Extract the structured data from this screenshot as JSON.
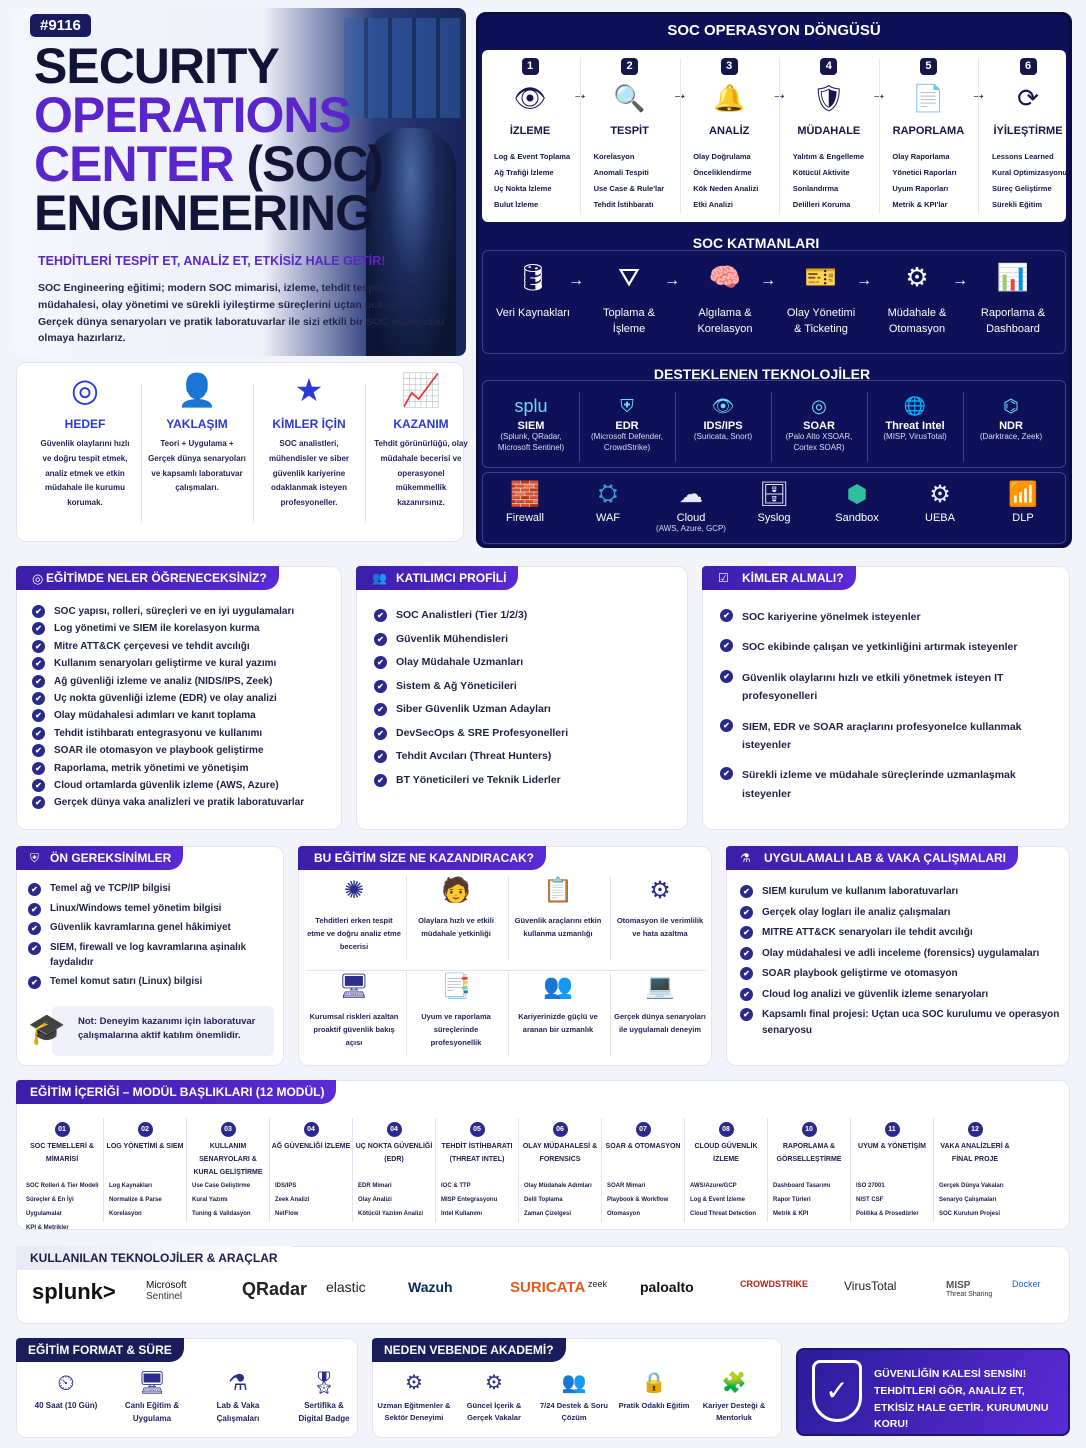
{
  "hero": {
    "badge": "#9116",
    "title_line1": "SECURITY",
    "title_line2": "OPERATIONS",
    "title_line3": "CENTER",
    "title_line3b": "(SOC)",
    "title_line4": "ENGINEERING",
    "tagline": "TEHDİTLERİ TESPİT ET, ANALİZ ET, ETKİSİZ HALE GETİR!",
    "description": "SOC Engineering eğitimi; modern SOC mimarisi, izleme, tehdit tespiti, olay müdahalesi, olay yönetimi ve sürekli iyileştirme süreçlerini uçtan uca öğretir. Gerçek dünya senaryoları ve pratik laboratuvarlar ile sizi etkili bir SOC mühendisi olmaya hazırlarız."
  },
  "pillars": [
    {
      "icon": "target-icon",
      "title": "HEDEF",
      "text": "Güvenlik olaylarını hızlı ve doğru tespit etmek, analiz etmek ve etkin müdahale ile kurumu korumak."
    },
    {
      "icon": "user-icon",
      "title": "YAKLAŞIM",
      "text": "Teori + Uygulama + Gerçek dünya senaryoları ve kapsamlı laboratuvar çalışmaları."
    },
    {
      "icon": "star-icon",
      "title": "KİMLER İÇİN",
      "text": "SOC analistleri, mühendisler ve siber güvenlik kariyerine odaklanmak isteyen profesyoneller."
    },
    {
      "icon": "chart-up-icon",
      "title": "KAZANIM",
      "text": "Tehdit görünürlüğü, olay müdahale becerisi ve operasyonel mükemmellik kazanırsınız."
    }
  ],
  "cycle": {
    "title": "SOC OPERASYON DÖNGÜSÜ",
    "steps": [
      {
        "num": "1",
        "icon": "eye-icon",
        "glyph": "👁",
        "title": "İZLEME",
        "items": [
          "Log & Event Toplama",
          "Ağ Trafiği İzleme",
          "Uç Nokta İzleme",
          "Bulut İzleme"
        ]
      },
      {
        "num": "2",
        "icon": "search-icon",
        "glyph": "🔍",
        "title": "TESPİT",
        "items": [
          "Korelasyon",
          "Anomali Tespiti",
          "Use Case & Rule'lar",
          "Tehdit İstihbaratı"
        ]
      },
      {
        "num": "3",
        "icon": "bell-icon",
        "glyph": "🔔",
        "title": "ANALİZ",
        "items": [
          "Olay Doğrulama",
          "Önceliklendirme",
          "Kök Neden Analizi",
          "Etki Analizi"
        ]
      },
      {
        "num": "4",
        "icon": "shield-icon",
        "glyph": "🛡",
        "title": "MÜDAHALE",
        "items": [
          "Yalıtım & Engelleme",
          "Kötücül Aktivite Sonlandırma",
          "Delilleri Koruma"
        ]
      },
      {
        "num": "5",
        "icon": "document-icon",
        "glyph": "📄",
        "title": "RAPORLAMA",
        "items": [
          "Olay Raporlama",
          "Yönetici Raporları",
          "Uyum Raporları",
          "Metrik & KPI'lar"
        ]
      },
      {
        "num": "6",
        "icon": "refresh-icon",
        "glyph": "⟳",
        "title": "İYİLEŞTİRME",
        "items": [
          "Lessons Learned",
          "Kural Optimizasyonu",
          "Süreç Geliştirme",
          "Sürekli Eğitim"
        ]
      }
    ]
  },
  "layers": {
    "title": "SOC KATMANLARI",
    "items": [
      {
        "icon": "database-icon",
        "glyph": "🛢",
        "label": "Veri Kaynakları"
      },
      {
        "icon": "funnel-icon",
        "glyph": "⛛",
        "label": "Toplama & İşleme"
      },
      {
        "icon": "brain-icon",
        "glyph": "🧠",
        "label": "Algılama & Korelasyon"
      },
      {
        "icon": "ticket-icon",
        "glyph": "🎫",
        "label": "Olay Yönetimi & Ticketing"
      },
      {
        "icon": "gears-icon",
        "glyph": "⚙",
        "label": "Müdahale & Otomasyon"
      },
      {
        "icon": "bar-chart-icon",
        "glyph": "📊",
        "label": "Raporlama & Dashboard"
      }
    ]
  },
  "tech": {
    "title": "DESTEKLENEN TEKNOLOJİLER",
    "row1": [
      {
        "icon": "splunk-icon",
        "mark": "splu",
        "name": "SIEM",
        "detail": "(Splunk, QRadar, Microsoft Sentinel)"
      },
      {
        "icon": "edr-shield-icon",
        "mark": "⛨",
        "name": "EDR",
        "detail": "(Microsoft Defender, CrowdStrike)"
      },
      {
        "icon": "eye-icon",
        "mark": "👁",
        "name": "IDS/IPS",
        "detail": "(Suricata, Snort)"
      },
      {
        "icon": "soar-icon",
        "mark": "◎",
        "name": "SOAR",
        "detail": "(Palo Alto XSOAR, Cortex SOAR)"
      },
      {
        "icon": "globe-icon",
        "mark": "🌐",
        "name": "Threat Intel",
        "detail": "(MISP, VirusTotal)"
      },
      {
        "icon": "network-icon",
        "mark": "⌬",
        "name": "NDR",
        "detail": "(Darktrace, Zeek)"
      }
    ],
    "row2": [
      {
        "icon": "firewall-icon",
        "glyph": "🧱",
        "name": "Firewall",
        "detail": ""
      },
      {
        "icon": "waf-icon",
        "glyph": "⛭",
        "name": "WAF",
        "detail": ""
      },
      {
        "icon": "cloud-icon",
        "glyph": "☁",
        "name": "Cloud",
        "detail": "(AWS, Azure, GCP)"
      },
      {
        "icon": "syslog-icon",
        "glyph": "🗄",
        "name": "Syslog",
        "detail": ""
      },
      {
        "icon": "sandbox-icon",
        "glyph": "⬢",
        "name": "Sandbox",
        "detail": ""
      },
      {
        "icon": "ueba-icon",
        "glyph": "⚙",
        "name": "UEBA",
        "detail": ""
      },
      {
        "icon": "dlp-icon",
        "glyph": "📶",
        "name": "DLP",
        "detail": ""
      }
    ]
  },
  "learn": {
    "title": "EĞİTİMDE NELER ÖĞRENECEKSİNİZ?",
    "items": [
      "SOC yapısı, rolleri, süreçleri ve en iyi uygulamaları",
      "Log yönetimi ve SIEM ile korelasyon kurma",
      "Mitre ATT&CK çerçevesi ve tehdit avcılığı",
      "Kullanım senaryoları geliştirme ve kural yazımı",
      "Ağ güvenliği izleme ve analiz (NIDS/IPS, Zeek)",
      "Uç nokta güvenliği izleme (EDR) ve olay analizi",
      "Olay müdahalesi adımları ve kanıt toplama",
      "Tehdit istihbaratı entegrasyonu ve kullanımı",
      "SOAR ile otomasyon ve playbook geliştirme",
      "Raporlama, metrik yönetimi ve yönetişim",
      "Cloud ortamlarda güvenlik izleme (AWS, Azure)",
      "Gerçek dünya vaka analizleri ve pratik laboratuvarlar"
    ]
  },
  "profile": {
    "title": "KATILIMCI PROFİLİ",
    "items": [
      "SOC Analistleri (Tier 1/2/3)",
      "Güvenlik Mühendisleri",
      "Olay Müdahale Uzmanları",
      "Sistem & Ağ Yöneticileri",
      "Siber Güvenlik Uzman Adayları",
      "DevSecOps & SRE Profesyonelleri",
      "Tehdit Avcıları (Threat Hunters)",
      "BT Yöneticileri ve Teknik Liderler"
    ]
  },
  "who": {
    "title": "KİMLER ALMALI?",
    "items": [
      "SOC kariyerine yönelmek isteyenler",
      "SOC ekibinde çalışan ve yetkinliğini artırmak isteyenler",
      "Güvenlik olaylarını hızlı ve etkili yönetmek isteyen IT profesyonelleri",
      "SIEM, EDR ve SOAR araçlarını profesyonelce kullanmak isteyenler",
      "Sürekli izleme ve müdahale süreçlerinde uzmanlaşmak isteyenler"
    ]
  },
  "prereq": {
    "title": "ÖN GEREKSİNİMLER",
    "items": [
      "Temel ağ ve TCP/IP bilgisi",
      "Linux/Windows temel yönetim bilgisi",
      "Güvenlik kavramlarına genel hâkimiyet",
      "SIEM, firewall ve log kavramlarına aşinalık faydalıdır",
      "Temel komut satırı (Linux) bilgisi"
    ],
    "note": "Not: Deneyim kazanımı için laboratuvar çalışmalarına aktif katılım önemlidir."
  },
  "gains": {
    "title": "BU EĞİTİM SİZE NE KAZANDIRACAK?",
    "items": [
      {
        "icon": "radar-icon",
        "glyph": "✺",
        "text": "Tehditleri erken tespit etme ve doğru analiz etme becerisi"
      },
      {
        "icon": "responder-icon",
        "glyph": "🧑",
        "text": "Olaylara hızlı ve etkili müdahale yetkinliği"
      },
      {
        "icon": "tools-doc-icon",
        "glyph": "📋",
        "text": "Güvenlik araçlarını etkin kullanma uzmanlığı"
      },
      {
        "icon": "automation-icon",
        "glyph": "⚙",
        "text": "Otomasyon ile verimlilik ve hata azaltma"
      },
      {
        "icon": "monitor-risk-icon",
        "glyph": "🖥",
        "text": "Kurumsal riskleri azaltan proaktif güvenlik bakış açısı"
      },
      {
        "icon": "report-icon",
        "glyph": "📑",
        "text": "Uyum ve raporlama süreçlerinde profesyonellik"
      },
      {
        "icon": "career-icon",
        "glyph": "👥",
        "text": "Kariyerinizde güçlü ve aranan bir uzmanlık"
      },
      {
        "icon": "lab-monitor-icon",
        "glyph": "💻",
        "text": "Gerçek dünya senaryoları ile uygulamalı deneyim"
      }
    ]
  },
  "lab": {
    "title": "UYGULAMALI LAB & VAKA ÇALIŞMALARI",
    "items": [
      "SIEM kurulum ve kullanım laboratuvarları",
      "Gerçek olay logları ile analiz çalışmaları",
      "MITRE ATT&CK senaryoları ile tehdit avcılığı",
      "Olay müdahalesi ve adli inceleme (forensics) uygulamaları",
      "SOAR playbook geliştirme ve otomasyon",
      "Cloud log analizi ve güvenlik izleme senaryoları",
      "Kapsamlı final projesi: Uçtan uca SOC kurulumu ve operasyon senaryosu"
    ]
  },
  "modules": {
    "title": "EĞİTİM İÇERİĞİ – MODÜL BAŞLIKLARI (12 MODÜL)",
    "items": [
      {
        "num": "01",
        "title": "SOC TEMELLERİ & MİMARİSİ",
        "items": [
          "SOC Rolleri & Tier Modeli",
          "Süreçler & En İyi Uygulamalar",
          "KPI & Metrikler"
        ]
      },
      {
        "num": "02",
        "title": "LOG YÖNETİMİ & SIEM",
        "items": [
          "Log Kaynakları",
          "Normalize & Parse",
          "Korelasyon"
        ]
      },
      {
        "num": "03",
        "title": "KULLANIM SENARYOLARI & KURAL GELİŞTİRME",
        "items": [
          "Use Case Geliştirme",
          "Kural Yazımı",
          "Tuning & Validasyon"
        ]
      },
      {
        "num": "04",
        "title": "AĞ GÜVENLİĞİ İZLEME",
        "items": [
          "IDS/IPS",
          "Zeek Analizi",
          "NetFlow"
        ]
      },
      {
        "num": "04",
        "title": "UÇ NOKTA GÜVENLİĞİ (EDR)",
        "items": [
          "EDR Mimari",
          "Olay Analizi",
          "Kötücül Yazılım Analizi"
        ]
      },
      {
        "num": "05",
        "title": "TEHDİT İSTİHBARATI (THREAT INTEL)",
        "items": [
          "IOC & TTP",
          "MISP Entegrasyonu",
          "Intel Kullanımı"
        ]
      },
      {
        "num": "06",
        "title": "OLAY MÜDAHALESİ & FORENSICS",
        "items": [
          "Olay Müdahale Adımları",
          "Delil Toplama",
          "Zaman Çizelgesi"
        ]
      },
      {
        "num": "07",
        "title": "SOAR & OTOMASYON",
        "items": [
          "SOAR Mimari",
          "Playbook & Workflow",
          "Otomasyon"
        ]
      },
      {
        "num": "08",
        "title": "CLOUD GÜVENLİK İZLEME",
        "items": [
          "AWS/Azure/GCP",
          "Log & Event İzleme",
          "Cloud Threat Detection"
        ]
      },
      {
        "num": "10",
        "title": "RAPORLAMA & GÖRSELLEŞTİRME",
        "items": [
          "Dashboard Tasarımı",
          "Rapor Türleri",
          "Metrik & KPI"
        ]
      },
      {
        "num": "11",
        "title": "UYUM & YÖNETİŞİM",
        "items": [
          "ISO 27001",
          "NIST CSF",
          "Politika & Prosedürler"
        ]
      },
      {
        "num": "12",
        "title": "VAKA ANALİZLERİ & FİNAL PROJE",
        "items": [
          "Gerçek Dünya Vakaları",
          "Senaryo Çalışmaları",
          "SOC Kurulum Projesi"
        ]
      }
    ]
  },
  "tools": {
    "title": "KULLANILAN TEKNOLOJİLER & ARAÇLAR",
    "logos": [
      {
        "icon": "splunk-logo",
        "text": "splunk>",
        "sub": ""
      },
      {
        "icon": "sentinel-logo",
        "text": "Microsoft",
        "sub": "Sentinel"
      },
      {
        "icon": "qradar-logo",
        "text": "QRadar",
        "sub": ""
      },
      {
        "icon": "elastic-logo",
        "text": "elastic",
        "sub": ""
      },
      {
        "icon": "wazuh-logo",
        "text": "Wazuh",
        "sub": ""
      },
      {
        "icon": "suricata-logo",
        "text": "SURICATA",
        "sub": ""
      },
      {
        "icon": "zeek-logo",
        "text": "zeek",
        "sub": ""
      },
      {
        "icon": "paloalto-logo",
        "text": "paloalto",
        "sub": ""
      },
      {
        "icon": "crowdstrike-logo",
        "text": "CROWDSTRIKE",
        "sub": ""
      },
      {
        "icon": "virustotal-logo",
        "text": "VirusTotal",
        "sub": ""
      },
      {
        "icon": "misp-logo",
        "text": "MISP",
        "sub": "Threat Sharing"
      },
      {
        "icon": "docker-logo",
        "text": "Docker",
        "sub": ""
      }
    ]
  },
  "format": {
    "title": "EĞİTİM FORMAT & SÜRE",
    "items": [
      {
        "icon": "clock-icon",
        "glyph": "⏲",
        "text": "40 Saat (10 Gün)"
      },
      {
        "icon": "live-training-icon",
        "glyph": "🖥",
        "text": "Canlı Eğitim & Uygulama"
      },
      {
        "icon": "lab-icon",
        "glyph": "⚗",
        "text": "Lab & Vaka Çalışmaları"
      },
      {
        "icon": "badge-icon",
        "glyph": "🎖",
        "text": "Sertifika & Digital Badge"
      }
    ]
  },
  "why": {
    "title": "NEDEN VEBENDE AKADEMİ?",
    "items": [
      {
        "icon": "expert-icon",
        "glyph": "⚙",
        "text": "Uzman Eğitmenler & Sektör Deneyimi"
      },
      {
        "icon": "content-icon",
        "glyph": "⚙",
        "text": "Güncel İçerik & Gerçek Vakalar"
      },
      {
        "icon": "support-icon",
        "glyph": "👥",
        "text": "7/24 Destek & Soru Çözüm"
      },
      {
        "icon": "practice-icon",
        "glyph": "🔒",
        "text": "Pratik Odaklı Eğitim"
      },
      {
        "icon": "career-support-icon",
        "glyph": "🧩",
        "text": "Kariyer Desteği & Mentorluk"
      }
    ]
  },
  "cta": {
    "text": "GÜVENLİĞİN KALESİ SENSİN! TEHDİTLERİ GÖR, ANALİZ ET, ETKİSİZ HALE GETİR. KURUMUNU KORU!"
  }
}
